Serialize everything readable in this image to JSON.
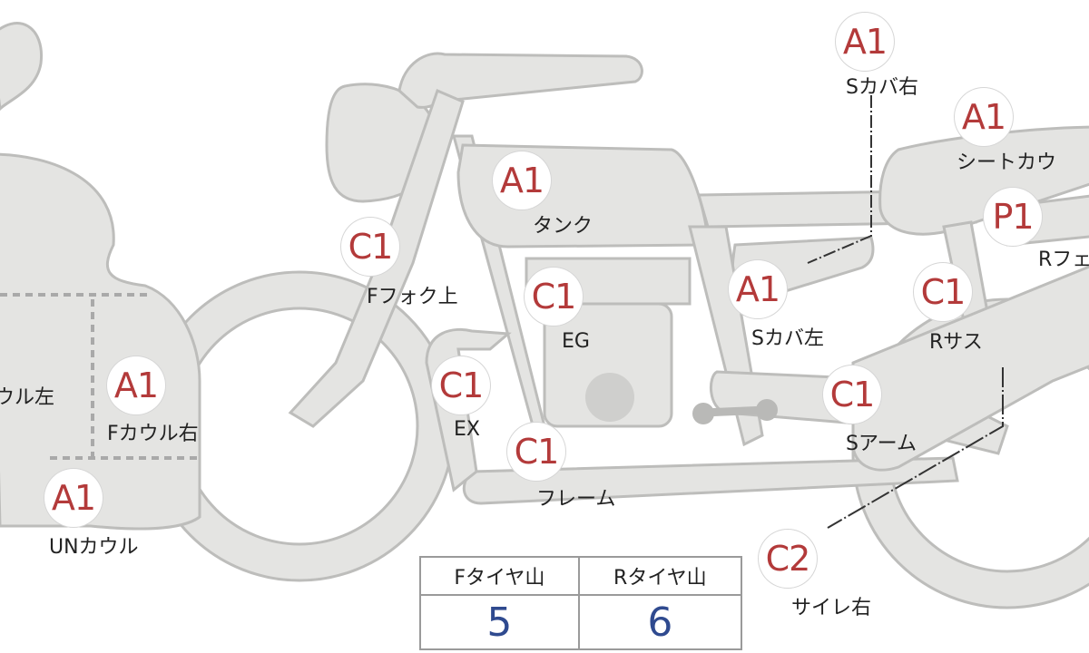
{
  "parts": [
    {
      "id": "s-cover-right",
      "grade": "A1",
      "label": "Sカバ右"
    },
    {
      "id": "seat-cowl",
      "grade": "A1",
      "label": "シートカウ"
    },
    {
      "id": "tank",
      "grade": "A1",
      "label": "タンク"
    },
    {
      "id": "r-fender",
      "grade": "P1",
      "label": "Rフェ"
    },
    {
      "id": "f-fork-upper",
      "grade": "C1",
      "label": "Fフォク上"
    },
    {
      "id": "engine",
      "grade": "C1",
      "label": "EG"
    },
    {
      "id": "s-cover-left",
      "grade": "A1",
      "label": "Sカバ左"
    },
    {
      "id": "r-suspension",
      "grade": "C1",
      "label": "Rサス"
    },
    {
      "id": "f-cowl-left",
      "grade": "",
      "label": "ウル左"
    },
    {
      "id": "f-cowl-right",
      "grade": "A1",
      "label": "Fカウル右"
    },
    {
      "id": "exhaust",
      "grade": "C1",
      "label": "EX"
    },
    {
      "id": "swing-arm",
      "grade": "C1",
      "label": "Sアーム"
    },
    {
      "id": "frame",
      "grade": "C1",
      "label": "フレーム"
    },
    {
      "id": "under-cowl",
      "grade": "A1",
      "label": "UNカウル"
    },
    {
      "id": "silencer-right",
      "grade": "C2",
      "label": "サイレ右"
    }
  ],
  "tire_tread": {
    "front_label": "Fタイヤ山",
    "rear_label": "Rタイヤ山",
    "front_value": "5",
    "rear_value": "6"
  }
}
